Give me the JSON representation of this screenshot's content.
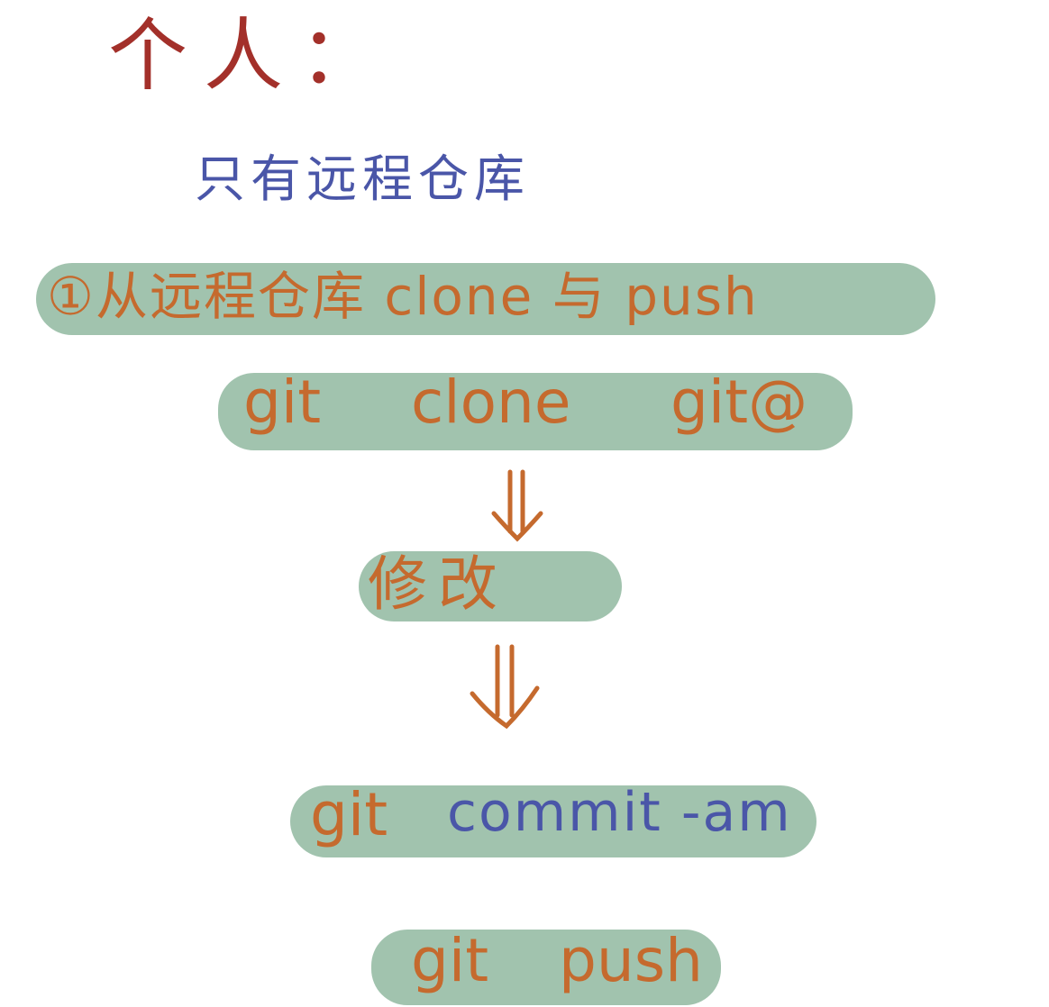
{
  "heading": "个人：",
  "subheading": "只有远程仓库",
  "steps": [
    {
      "id": "step1",
      "text": "①从远程仓库 clone 与 push"
    },
    {
      "id": "clone",
      "cmd": "git",
      "args": "clone",
      "extra": "git@"
    },
    {
      "id": "modify",
      "text": "修改"
    },
    {
      "id": "commit",
      "cmd": "git",
      "args": "commit -am"
    },
    {
      "id": "push",
      "cmd": "git",
      "args": "push"
    }
  ],
  "colors": {
    "heading": "#a3302a",
    "subheading": "#4a56a8",
    "highlight": "#a1c3ae",
    "ink_orange": "#c56a2e",
    "ink_blue": "#4a56a8"
  },
  "icons": {
    "arrow": "double-down-arrow-icon"
  }
}
